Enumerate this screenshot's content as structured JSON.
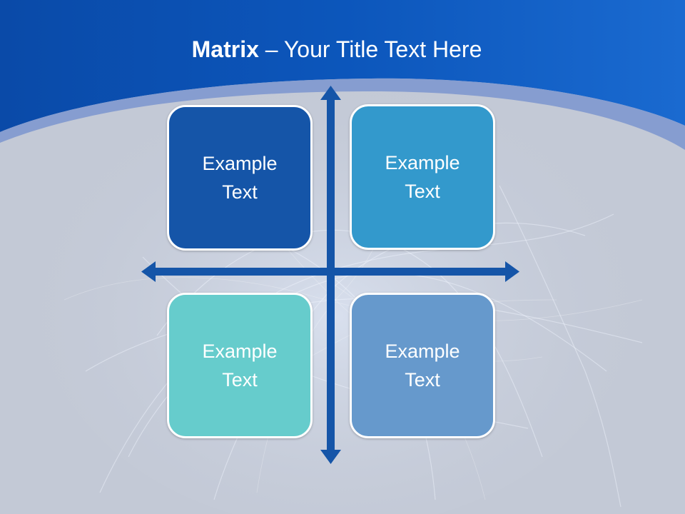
{
  "slide": {
    "title_bold": "Matrix",
    "title_rest": " – Your Title Text Here"
  },
  "matrix": {
    "cells": [
      {
        "id": "top-left",
        "text": "Example Text",
        "color": "#1555a8"
      },
      {
        "id": "top-right",
        "text": "Example Text",
        "color": "#3399cc"
      },
      {
        "id": "bottom-left",
        "text": "Example Text",
        "color": "#66cccc"
      },
      {
        "id": "bottom-right",
        "text": "Example Text",
        "color": "#6699cc"
      }
    ]
  },
  "colors": {
    "header_blue": "#0f5bbf",
    "background_gray": "#c3c9d6",
    "axis_blue": "#1555a8",
    "text_white": "#ffffff"
  }
}
